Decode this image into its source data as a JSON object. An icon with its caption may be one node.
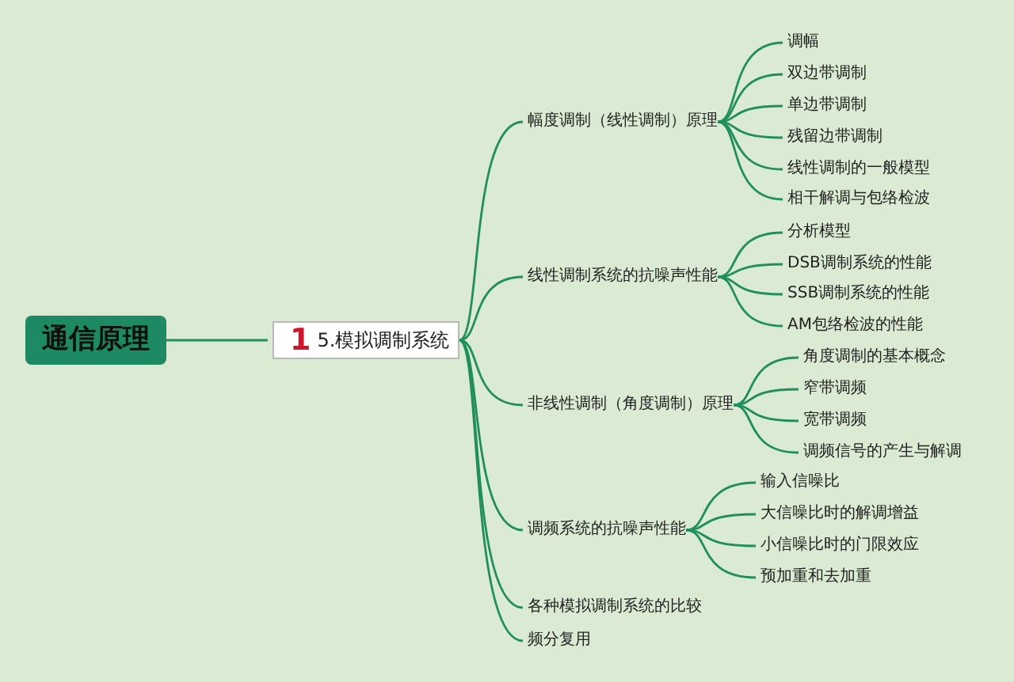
{
  "diagram": {
    "nodes": [
      {
        "text": [
          "通信原理"
        ]
      },
      {
        "text": [
          "1",
          "5.模拟调制系统"
        ]
      },
      {
        "text": [
          "幅度调制（线性调制）原理"
        ]
      },
      {
        "text": [
          "调幅"
        ]
      },
      {
        "text": [
          "双边带调制"
        ]
      },
      {
        "text": [
          "单边带调制"
        ]
      },
      {
        "text": [
          "残留边带调制"
        ]
      },
      {
        "text": [
          "线性调制的一般模型"
        ]
      },
      {
        "text": [
          "相干解调与包络检波"
        ]
      },
      {
        "text": [
          "线性调制系统的抗噪声性能"
        ]
      },
      {
        "text": [
          "分析模型"
        ]
      },
      {
        "text": [
          "DSB调制系统的性能"
        ]
      },
      {
        "text": [
          "SSB调制系统的性能"
        ]
      },
      {
        "text": [
          "AM包络检波的性能"
        ]
      },
      {
        "text": [
          "非线性调制（角度调制）原理"
        ]
      },
      {
        "text": [
          "角度调制的基本概念"
        ]
      },
      {
        "text": [
          "窄带调频"
        ]
      },
      {
        "text": [
          "宽带调频"
        ]
      },
      {
        "text": [
          "调频信号的产生与解调"
        ]
      },
      {
        "text": [
          "调频系统的抗噪声性能"
        ]
      },
      {
        "text": [
          "输入信噪比"
        ]
      },
      {
        "text": [
          "大信噪比时的解调增益"
        ]
      },
      {
        "text": [
          "小信噪比时的门限效应"
        ]
      },
      {
        "text": [
          "预加重和去加重"
        ]
      },
      {
        "text": [
          "各种模拟调制系统的比较"
        ]
      },
      {
        "text": [
          "频分复用"
        ]
      }
    ],
    "edges": [
      {
        "from": 0,
        "to": 1,
        "arrow": "none"
      },
      {
        "from": 1,
        "to": 2,
        "arrow": "none"
      },
      {
        "from": 2,
        "to": 3,
        "arrow": "none"
      },
      {
        "from": 2,
        "to": 4,
        "arrow": "none"
      },
      {
        "from": 2,
        "to": 5,
        "arrow": "none"
      },
      {
        "from": 2,
        "to": 6,
        "arrow": "none"
      },
      {
        "from": 2,
        "to": 7,
        "arrow": "none"
      },
      {
        "from": 2,
        "to": 8,
        "arrow": "none"
      },
      {
        "from": 1,
        "to": 9,
        "arrow": "none"
      },
      {
        "from": 9,
        "to": 10,
        "arrow": "none"
      },
      {
        "from": 9,
        "to": 11,
        "arrow": "none"
      },
      {
        "from": 9,
        "to": 12,
        "arrow": "none"
      },
      {
        "from": 9,
        "to": 13,
        "arrow": "none"
      },
      {
        "from": 1,
        "to": 14,
        "arrow": "none"
      },
      {
        "from": 14,
        "to": 15,
        "arrow": "none"
      },
      {
        "from": 14,
        "to": 16,
        "arrow": "none"
      },
      {
        "from": 14,
        "to": 17,
        "arrow": "none"
      },
      {
        "from": 14,
        "to": 18,
        "arrow": "none"
      },
      {
        "from": 1,
        "to": 19,
        "arrow": "none"
      },
      {
        "from": 19,
        "to": 20,
        "arrow": "none"
      },
      {
        "from": 19,
        "to": 21,
        "arrow": "none"
      },
      {
        "from": 19,
        "to": 22,
        "arrow": "none"
      },
      {
        "from": 19,
        "to": 23,
        "arrow": "none"
      },
      {
        "from": 1,
        "to": 24,
        "arrow": "none"
      },
      {
        "from": 1,
        "to": 25,
        "arrow": "none"
      }
    ]
  }
}
